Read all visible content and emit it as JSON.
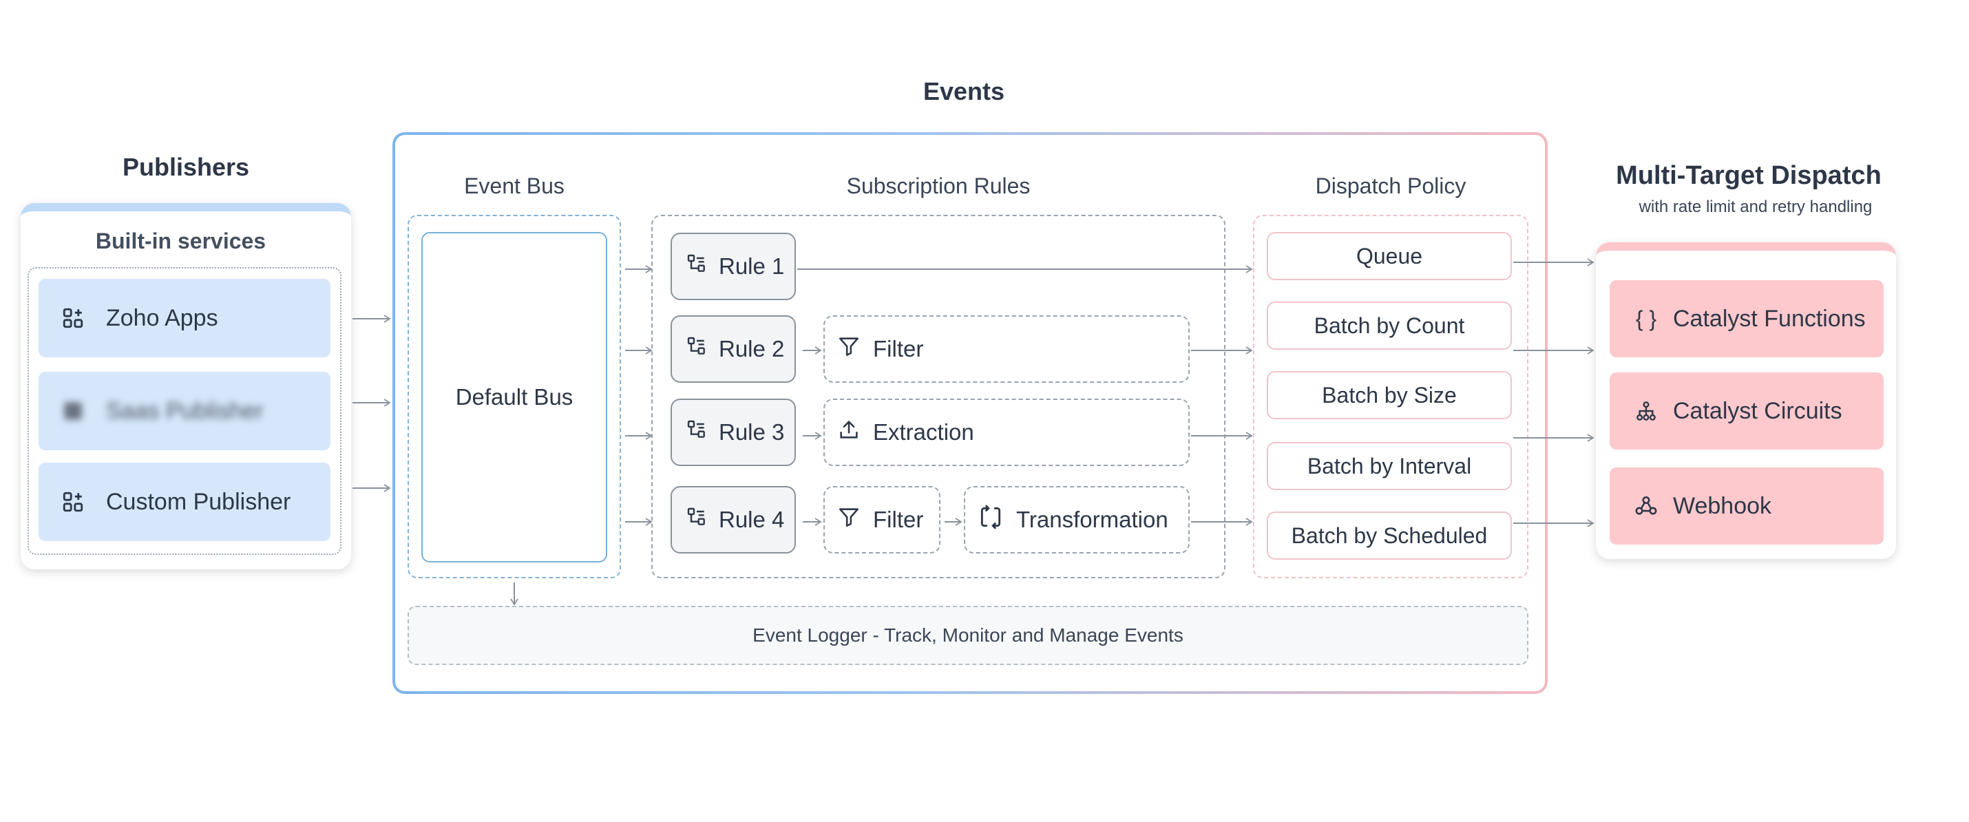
{
  "titles": {
    "publishers": "Publishers",
    "events": "Events",
    "dispatch": "Multi-Target Dispatch",
    "dispatch_sub": "with rate limit and retry handling"
  },
  "publishers": {
    "group_label": "Built-in services",
    "items": [
      {
        "label": "Zoho Apps",
        "icon": "apps-grid-icon"
      },
      {
        "label": "Saas Publisher",
        "icon": "apps-grid-icon"
      },
      {
        "label": "Custom Publisher",
        "icon": "apps-grid-icon"
      }
    ]
  },
  "event_bus": {
    "title": "Event Bus",
    "bus_label": "Default Bus"
  },
  "subscription_rules": {
    "title": "Subscription Rules",
    "rules": [
      {
        "label": "Rule 1",
        "icon": "rule-icon",
        "actions": []
      },
      {
        "label": "Rule 2",
        "icon": "rule-icon",
        "actions": [
          {
            "label": "Filter",
            "icon": "filter-icon"
          }
        ]
      },
      {
        "label": "Rule 3",
        "icon": "rule-icon",
        "actions": [
          {
            "label": "Extraction",
            "icon": "upload-icon"
          }
        ]
      },
      {
        "label": "Rule 4",
        "icon": "rule-icon",
        "actions": [
          {
            "label": "Filter",
            "icon": "filter-icon"
          },
          {
            "label": "Transformation",
            "icon": "refresh-icon"
          }
        ]
      }
    ]
  },
  "dispatch_policy": {
    "title": "Dispatch Policy",
    "items": [
      "Queue",
      "Batch by Count",
      "Batch by Size",
      "Batch by Interval",
      "Batch by Scheduled"
    ]
  },
  "logger": {
    "label": "Event Logger - Track, Monitor and Manage Events"
  },
  "targets": {
    "items": [
      {
        "label": "Catalyst Functions",
        "icon": "braces-icon"
      },
      {
        "label": "Catalyst Circuits",
        "icon": "circuit-icon"
      },
      {
        "label": "Webhook",
        "icon": "webhook-icon"
      }
    ]
  },
  "colors": {
    "publisher_fill": "#d6e7fb",
    "target_fill": "#fdc9cc",
    "events_border_start": "#7db5ee",
    "events_border_end": "#f5b8c0",
    "arrow": "#8a929c"
  }
}
